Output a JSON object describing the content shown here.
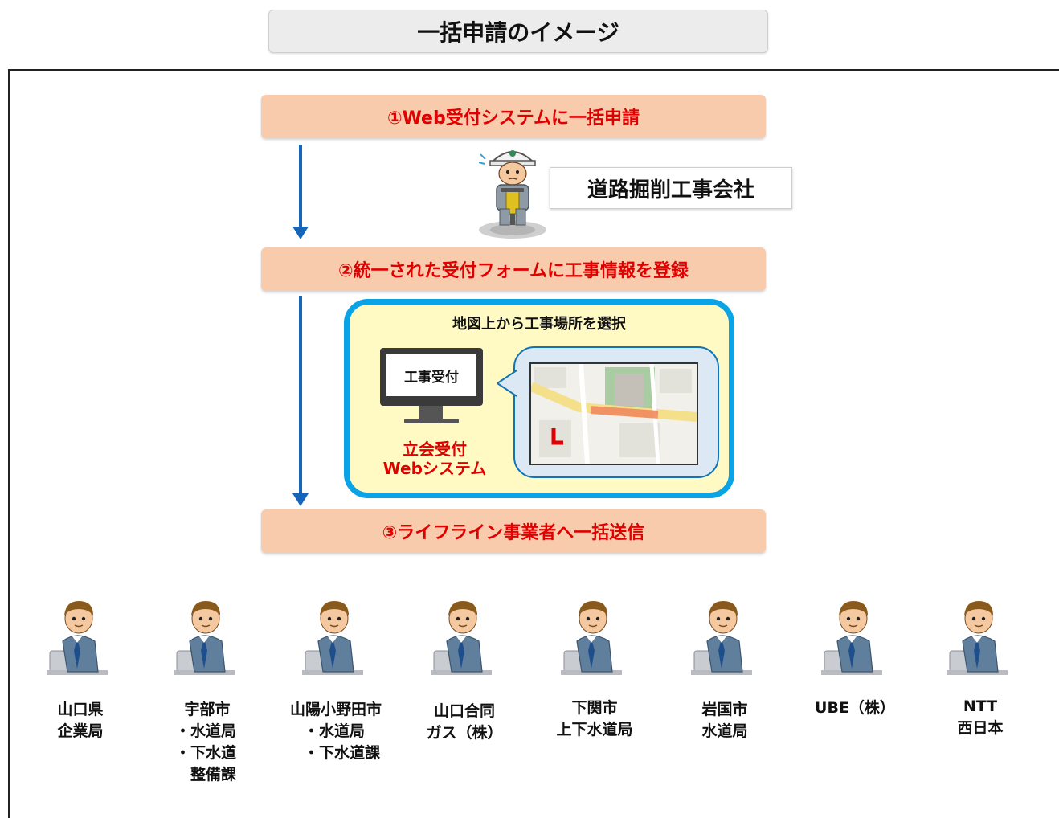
{
  "title": "一括申請のイメージ",
  "steps": [
    "①Web受付システムに一括申請",
    "②統一された受付フォームに工事情報を登録",
    "③ライフライン事業者へ一括送信"
  ],
  "company_label": "道路掘削工事会社",
  "panel": {
    "title": "地図上から工事場所を選択",
    "screen_text": "工事受付",
    "system_line1": "立会受付",
    "system_line2": "Webシステム"
  },
  "organizations": [
    {
      "lines": [
        "山口県",
        "企業局"
      ]
    },
    {
      "lines": [
        "宇部市",
        "・水道局",
        "・下水道",
        "　整備課"
      ]
    },
    {
      "lines": [
        "山陽小野田市",
        "・水道局",
        "・下水道課"
      ]
    },
    {
      "lines": [
        "山口合同",
        "ガス（株）"
      ]
    },
    {
      "lines": [
        "下関市",
        "上下水道局"
      ]
    },
    {
      "lines": [
        "岩国市",
        "水道局"
      ]
    },
    {
      "lines": [
        "UBE（株）"
      ]
    },
    {
      "lines": [
        "NTT",
        "西日本"
      ]
    }
  ],
  "colors": {
    "step_bg": "#f8cbad",
    "step_text": "#e00000",
    "arrow": "#1565b8",
    "panel_border": "#0aa3e6",
    "panel_bg": "#fff9c4"
  }
}
